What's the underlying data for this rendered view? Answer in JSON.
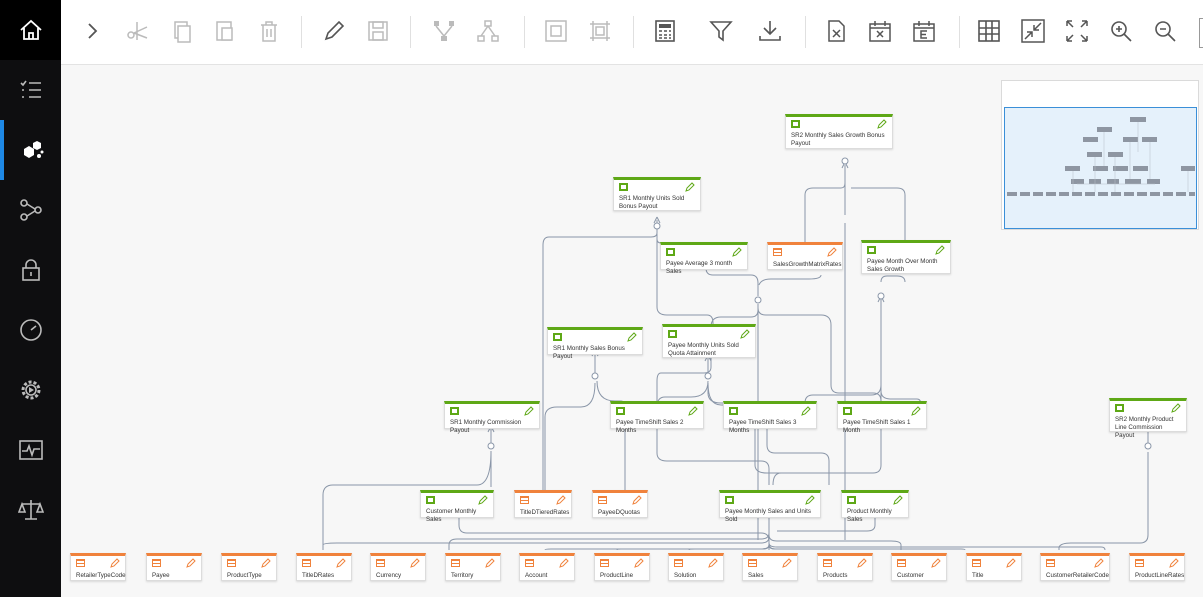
{
  "sidebar": {
    "items": [
      {
        "name": "home-icon",
        "active": false
      },
      {
        "name": "checklist-icon",
        "active": false
      },
      {
        "name": "cubes-icon",
        "active": true
      },
      {
        "name": "workflow-icon",
        "active": false
      },
      {
        "name": "lock-icon",
        "active": false
      },
      {
        "name": "clock-icon",
        "active": false
      },
      {
        "name": "gear-icon",
        "active": false
      },
      {
        "name": "activity-icon",
        "active": false
      },
      {
        "name": "scale-icon",
        "active": false
      }
    ]
  },
  "toolbar": {
    "buttons": [
      "expand-icon",
      "cut-icon",
      "copy-icon",
      "paste-icon",
      "delete-icon",
      "edit-icon",
      "save-icon",
      "merge-icon",
      "split-icon",
      "group-icon",
      "ungroup-icon",
      "calculator-icon",
      "filter-icon",
      "download-icon",
      "clear-icon",
      "clear-calendar-icon",
      "calendar-e-icon",
      "grid-icon",
      "collapse-icon",
      "fit-icon",
      "zoom-in-icon",
      "zoom-out-icon"
    ]
  },
  "colors": {
    "calculation": "#5ea816",
    "table": "#f0823c",
    "accent": "#1e88e5"
  },
  "nodes": {
    "sr2_growth": "SR2 Monthly Sales Growth Bonus Payout",
    "sr1_units": "SR1 Monthly Units Sold Bonus Payout",
    "payee_avg": "Payee Average 3 month Sales",
    "growth_matrix": "SalesGrowthMatrixRates",
    "payee_mom": "Payee Month Over Month Sales Growth",
    "sr1_bonus": "SR1 Monthly Sales Bonus Payout",
    "payee_quota": "Payee Monthly Units Sold Quota Attainment",
    "sr1_commission": "SR1 Monthly Commission Payout",
    "ts2": "Payee TimeShift Sales 2 Months",
    "ts3": "Payee TimeShift Sales 3 Months",
    "ts1": "Payee TimeShift Sales 1 Month",
    "sr2_productline": "SR2 Monthly Product Line Commission Payout",
    "customer_monthly": "Customer Monthly Sales",
    "title_tiered": "TitleDTieredRates",
    "payee_quotas": "PayeeDQuotas",
    "payee_units": "Payee Monthly Sales and Units Sold",
    "product_monthly": "Product Monthly Sales",
    "b_retailer": "RetailerTypeCode",
    "b_payee": "Payee",
    "b_producttype": "ProductType",
    "b_titled": "TitleDRates",
    "b_currency": "Currency",
    "b_territory": "Territory",
    "b_account": "Account",
    "b_productline": "ProductLine",
    "b_solution": "Solution",
    "b_sales": "Sales",
    "b_products": "Products",
    "b_customer": "Customer",
    "b_title": "Title",
    "b_custretailer": "CustomerRetailerCode",
    "b_plrates": "ProductLineRates"
  }
}
